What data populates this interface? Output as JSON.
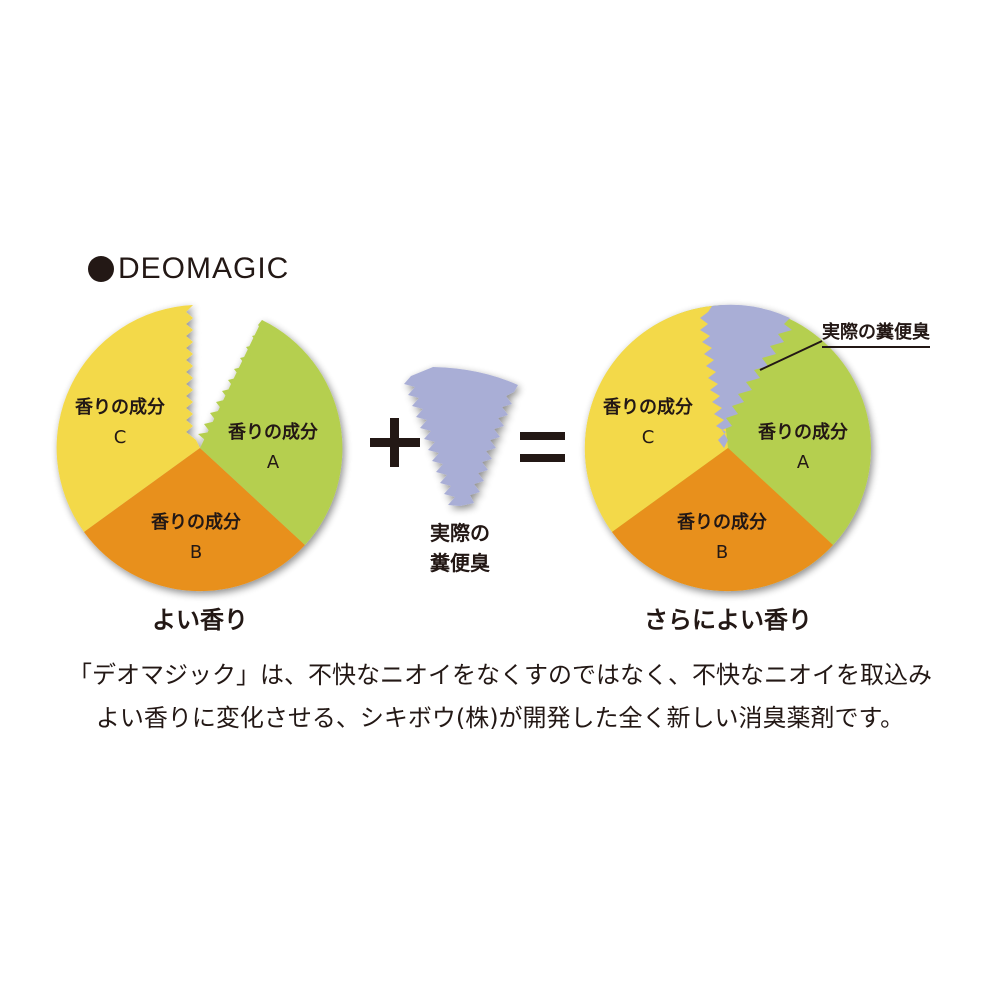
{
  "brand": {
    "name": "DEOMAGIC",
    "bullet_icon": "filled-circle"
  },
  "colors": {
    "component_a": "#b5cf50",
    "component_b": "#e8901a",
    "component_c": "#f3d94a",
    "fecal_odor": "#a9aed6",
    "text": "#231815"
  },
  "left_pie": {
    "caption": "よい香り",
    "segments": [
      {
        "label": "香りの成分",
        "sub": "A"
      },
      {
        "label": "香りの成分",
        "sub": "B"
      },
      {
        "label": "香りの成分",
        "sub": "C"
      }
    ]
  },
  "operators": {
    "plus": "+",
    "equals": "="
  },
  "odor_wedge": {
    "line1": "実際の",
    "line2": "糞便臭"
  },
  "right_pie": {
    "caption": "さらによい香り",
    "callout": "実際の糞便臭",
    "segments": [
      {
        "label": "香りの成分",
        "sub": "A"
      },
      {
        "label": "香りの成分",
        "sub": "B"
      },
      {
        "label": "香りの成分",
        "sub": "C"
      }
    ]
  },
  "description": {
    "line1": "「デオマジック」は、不快なニオイをなくすのではなく、不快なニオイを取込み",
    "line2": "よい香りに変化させる、シキボウ(株)が開発した全く新しい消臭薬剤です。"
  }
}
